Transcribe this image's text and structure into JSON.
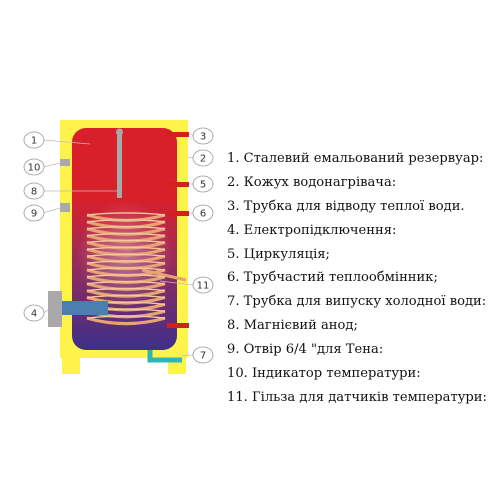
{
  "colors": {
    "casing": "#fef34a",
    "tank_top": "#d8202a",
    "tank_bottom": "#3d2f8a",
    "coil": "#e8a373",
    "pipe_hot": "#d41f1f",
    "pipe_cold": "#2fb5b5",
    "gray": "#a9a9a9"
  },
  "callouts": [
    "1",
    "10",
    "8",
    "9",
    "4",
    "3",
    "2",
    "5",
    "6",
    "11",
    "7"
  ],
  "legend": [
    "1. Сталевий емальований резервуар:",
    "2. Кожух водонагрівача:",
    "3. Трубка для відводу теплої води.",
    "4. Електропідключення:",
    "5. Циркуляція;",
    "6. Трубчастий теплообмінник;",
    "7. Трубка для випуску холодної води:",
    "8. Магнієвий анод;",
    "9. Отвір 6/4 \"для Тена:",
    "10. Індикатор температури:",
    "11. Гільза для датчиків температури:"
  ]
}
